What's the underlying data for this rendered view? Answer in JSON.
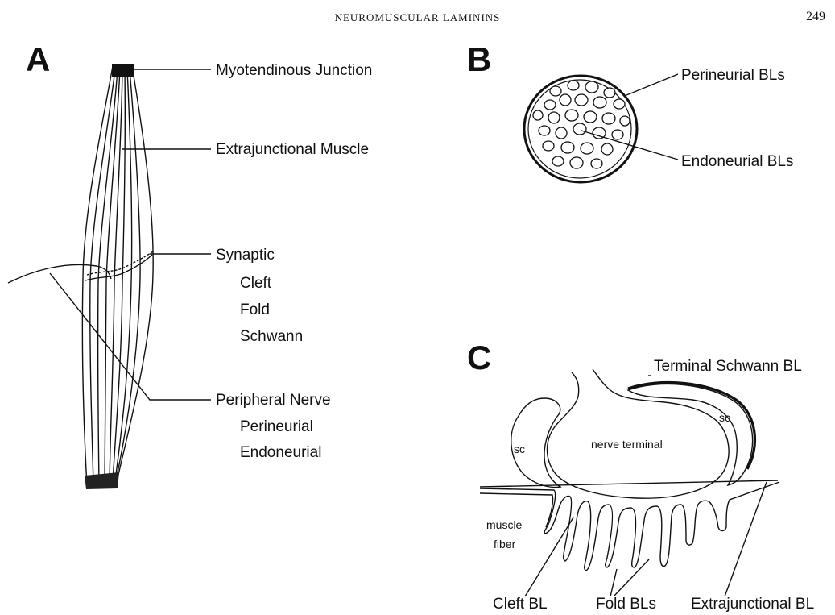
{
  "header": {
    "running_title": "NEUROMUSCULAR LAMININS",
    "page_number": "249"
  },
  "panel_a": {
    "letter": "A",
    "labels": {
      "myotendinous": "Myotendinous Junction",
      "extrajunctional": "Extrajunctional Muscle",
      "synaptic": "Synaptic",
      "cleft": "Cleft",
      "fold": "Fold",
      "schwann": "Schwann",
      "peripheral_nerve": "Peripheral Nerve",
      "perineurial": "Perineurial",
      "endoneurial": "Endoneurial"
    }
  },
  "panel_b": {
    "letter": "B",
    "labels": {
      "perineurial_bls": "Perineurial BLs",
      "endoneurial_bls": "Endoneurial BLs"
    }
  },
  "panel_c": {
    "letter": "C",
    "labels": {
      "terminal_schwann_bl": "Terminal Schwann BL",
      "sc_left": "sc",
      "sc_right": "sc",
      "nerve_terminal": "nerve terminal",
      "muscle": "muscle",
      "fiber": "fiber",
      "cleft_bl": "Cleft BL",
      "fold_bls": "Fold BLs",
      "extrajunctional_bl": "Extrajunctional BL"
    }
  }
}
